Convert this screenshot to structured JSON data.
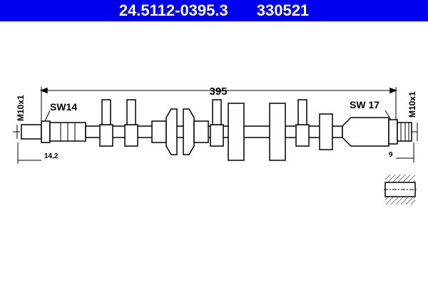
{
  "header": {
    "part_number": "24.5112-0395.3",
    "ref_number": "330521",
    "background_color": "#0000ee"
  },
  "drawing": {
    "overall_length": "395",
    "left_fitting": {
      "thread": "M10x1",
      "wrench_size": "SW14",
      "length": "14,2"
    },
    "right_fitting": {
      "thread": "M10x1",
      "wrench_size": "SW 17",
      "length": "9"
    },
    "detail_view": "port-cross-section"
  }
}
